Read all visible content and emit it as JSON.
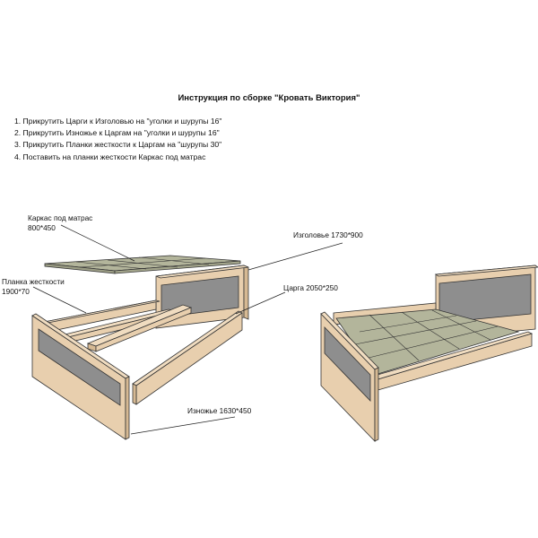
{
  "title": "Инструкция по сборке \"Кровать Виктория\"",
  "steps": [
    "1. Прикрутить Царги к Изголовью на \"уголки и шурупы 16\"",
    "2. Прикрутить Изножье к Царгам на \"уголки и шурупы 16\"",
    "3.  Прикрутить Планки жесткости к Царгам  на \"шурупы 30\"",
    "4. Поставить на планки жесткости Каркас под матрас"
  ],
  "labels": {
    "mattress_frame": "Каркас под матрас",
    "mattress_frame_size": "800*450",
    "headboard": "Изголовье   1730*900",
    "stiffener": "Планка жесткости",
    "stiffener_size": "1900*70",
    "side_rail": "Царга 2050*250",
    "footboard": "Изножье 1630*450"
  },
  "colors": {
    "wood": "#e8cfae",
    "wood_dark": "#d6b993",
    "panel": "#8e8e8e",
    "slat": "#b3b59b",
    "outline": "#333333"
  }
}
